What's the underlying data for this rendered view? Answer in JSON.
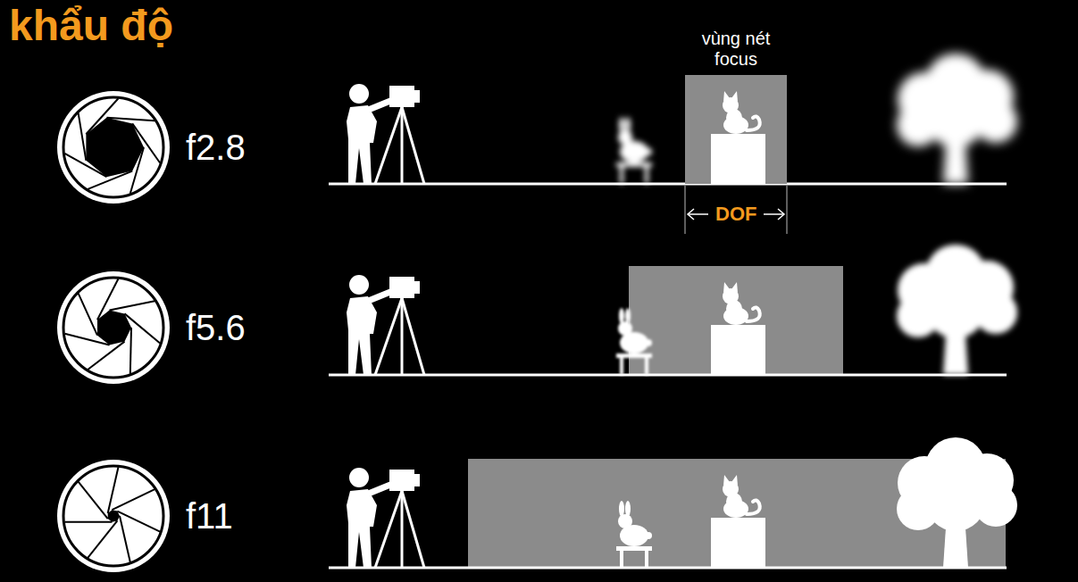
{
  "diagram": {
    "title": "khẩu độ",
    "nodes": [
      {
        "text": [
          "vùng nét focus"
        ]
      }
    ],
    "labels": [
      "f2.8",
      "f5.6",
      "f11",
      "DOF"
    ]
  }
}
